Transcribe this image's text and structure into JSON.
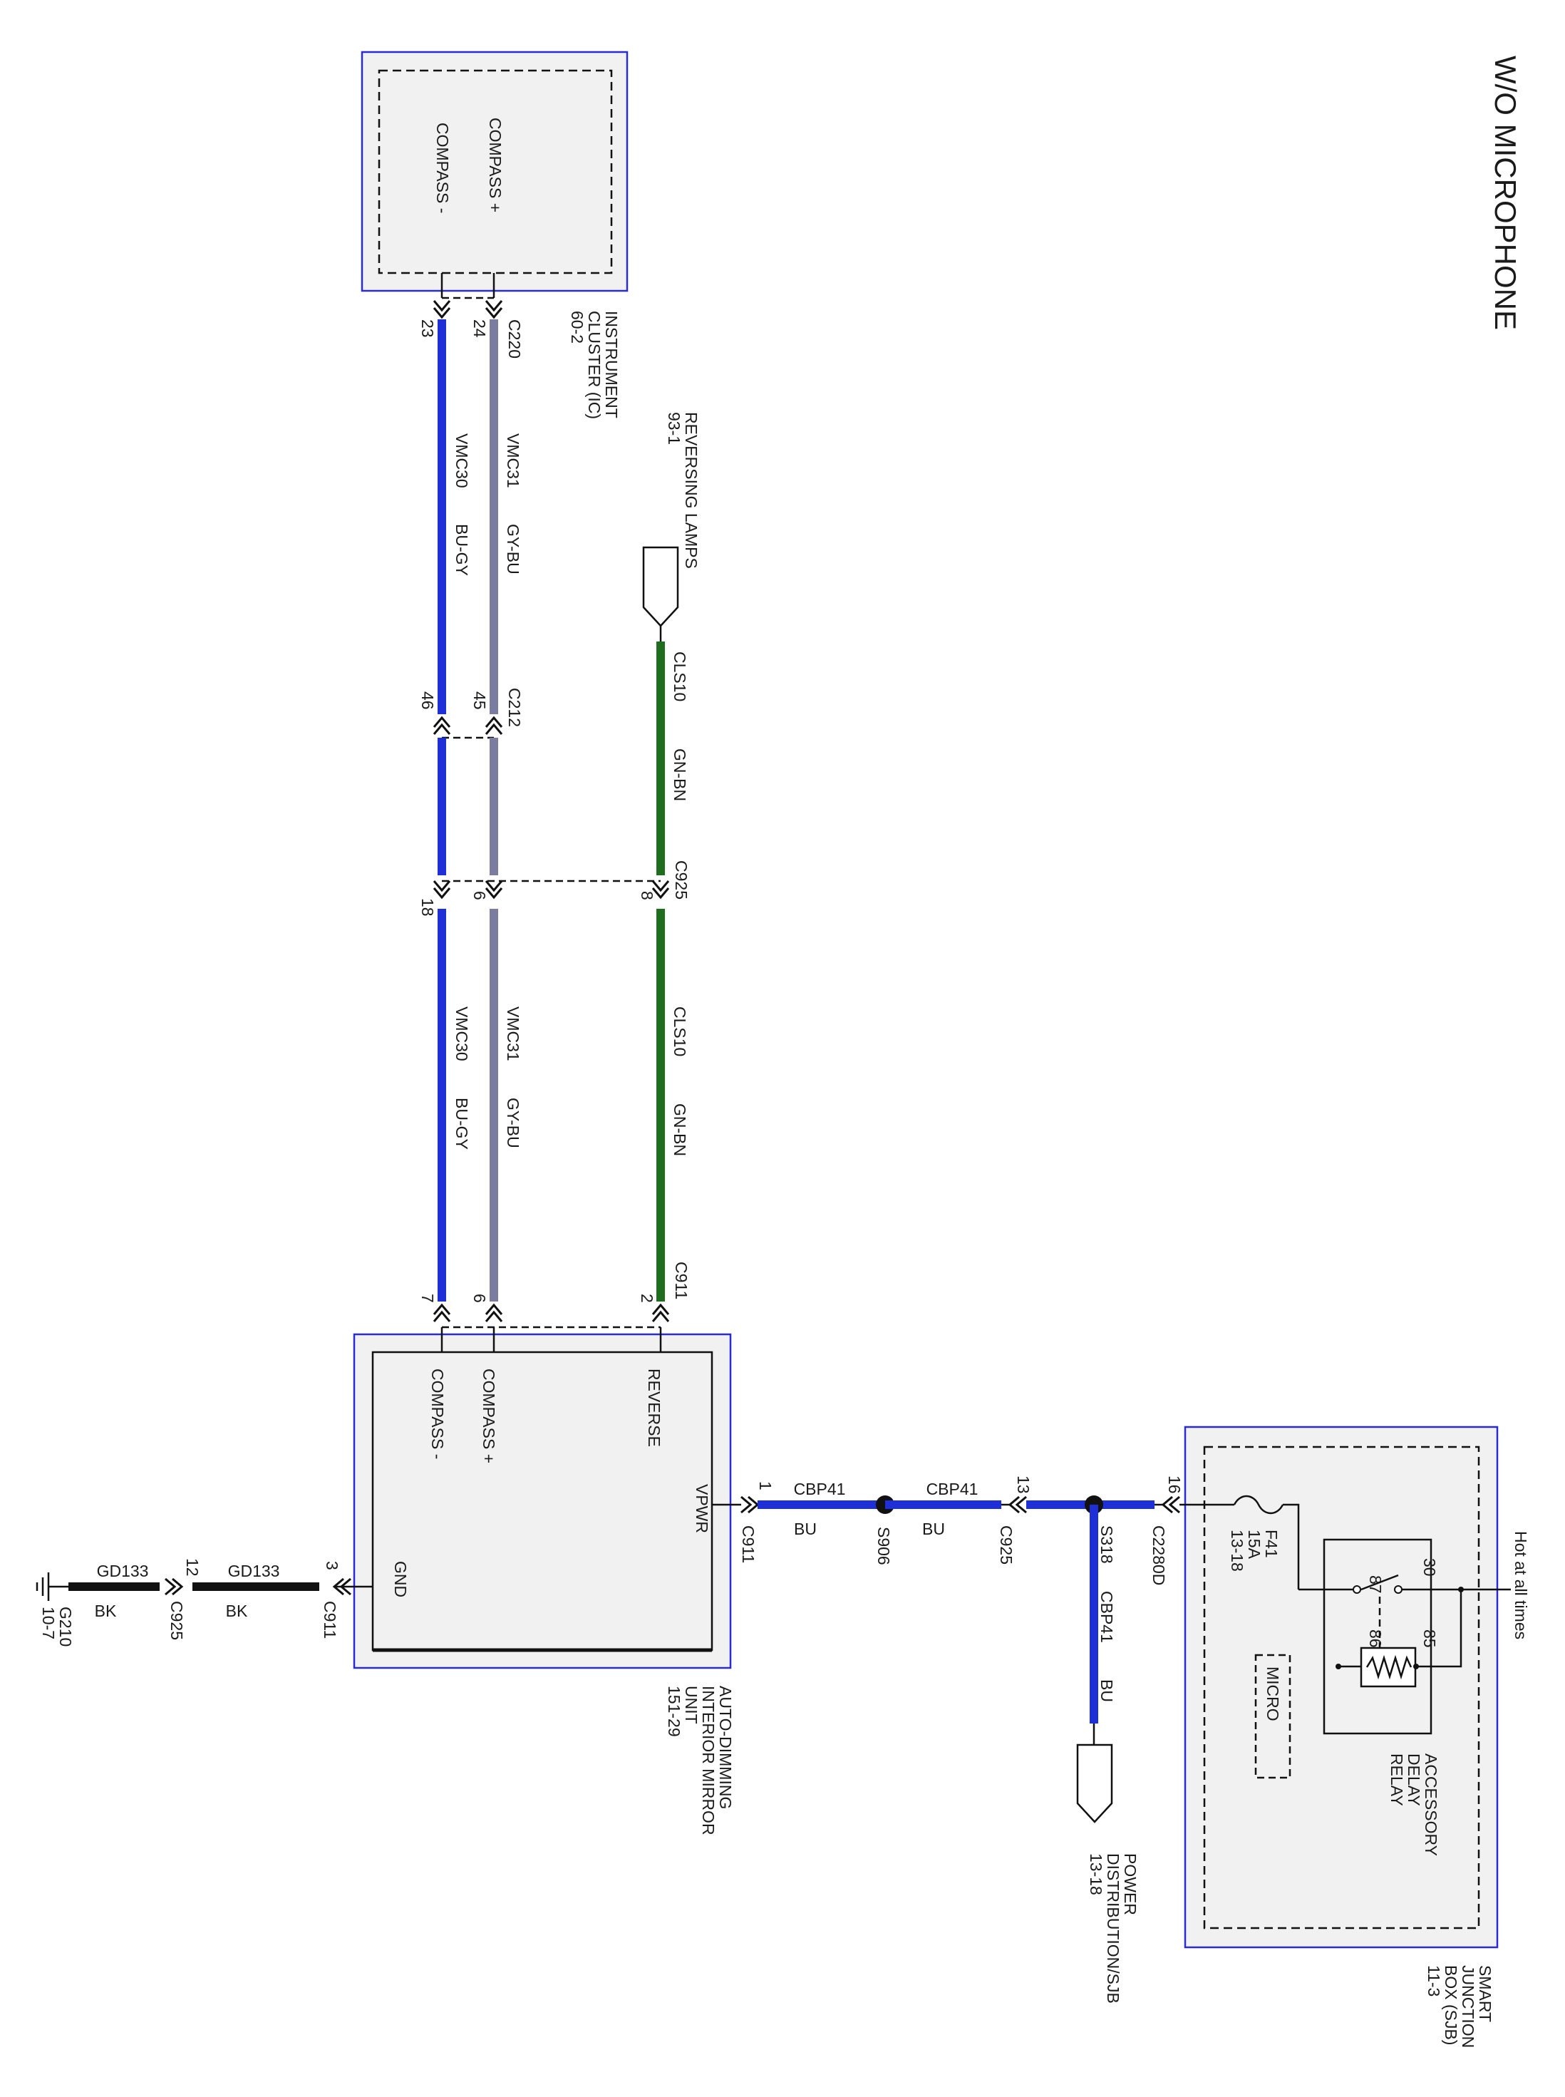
{
  "title": "W/O MICROPHONE",
  "components": {
    "instrument_cluster": {
      "name_lines": [
        "INSTRUMENT",
        "CLUSTER (IC)",
        "60-2"
      ],
      "pins": [
        "COMPASS +",
        "COMPASS -"
      ]
    },
    "reversing_lamps": {
      "name_lines": [
        "REVERSING LAMPS",
        "93-1"
      ]
    },
    "mirror": {
      "name_lines": [
        "AUTO-DIMMING",
        "INTERIOR MIRROR",
        "UNIT",
        "151-29"
      ],
      "pins": [
        "REVERSE",
        "COMPASS +",
        "COMPASS -",
        "VPWR",
        "GND"
      ]
    },
    "sjb": {
      "name_lines": [
        "SMART",
        "JUNCTION",
        "BOX (SJB)",
        "11-3"
      ],
      "supply": "Hot at all times",
      "relay_lines": [
        "ACCESSORY",
        "DELAY",
        "RELAY"
      ],
      "relay_pins": [
        "30",
        "87",
        "86",
        "85"
      ],
      "micro": "MICRO",
      "fuse_lines": [
        "F41",
        "15A",
        "13-18"
      ]
    },
    "power_distribution": {
      "name_lines": [
        "POWER",
        "DISTRIBUTION/SJB",
        "13-18"
      ]
    },
    "ground": {
      "name_lines": [
        "G210",
        "10-7"
      ]
    }
  },
  "connectors": {
    "c220": "C220",
    "c212": "C212",
    "c925": "C925",
    "c911": "C911",
    "c2280d": "C2280D",
    "s906": "S906",
    "s318": "S318"
  },
  "pins": {
    "c220_a": "24",
    "c220_b": "23",
    "c212_a": "45",
    "c212_b": "46",
    "c925_a": "8",
    "c925_b": "6",
    "c925_c": "18",
    "c911_a": "2",
    "c911_b": "6",
    "c911_c": "7",
    "vpwr_c911": "1",
    "c925_power": "13",
    "c2280d": "16",
    "gnd_c911": "3",
    "gnd_c925": "12"
  },
  "wires": {
    "vmc31": {
      "circuit": "VMC31",
      "color": "GY-BU"
    },
    "vmc30": {
      "circuit": "VMC30",
      "color": "BU-GY"
    },
    "cls10": {
      "circuit": "CLS10",
      "color": "GN-BN"
    },
    "cbp41": {
      "circuit": "CBP41",
      "color": "BU"
    },
    "gd133": {
      "circuit": "GD133",
      "color": "BK"
    }
  },
  "colors": {
    "blue": "#1f2fd8",
    "gray_blue": "#7c7ca0",
    "green": "#1f6e1f",
    "black": "#111111",
    "box_border": "#2b2bd6",
    "box_fill": "#f1f1f1"
  }
}
